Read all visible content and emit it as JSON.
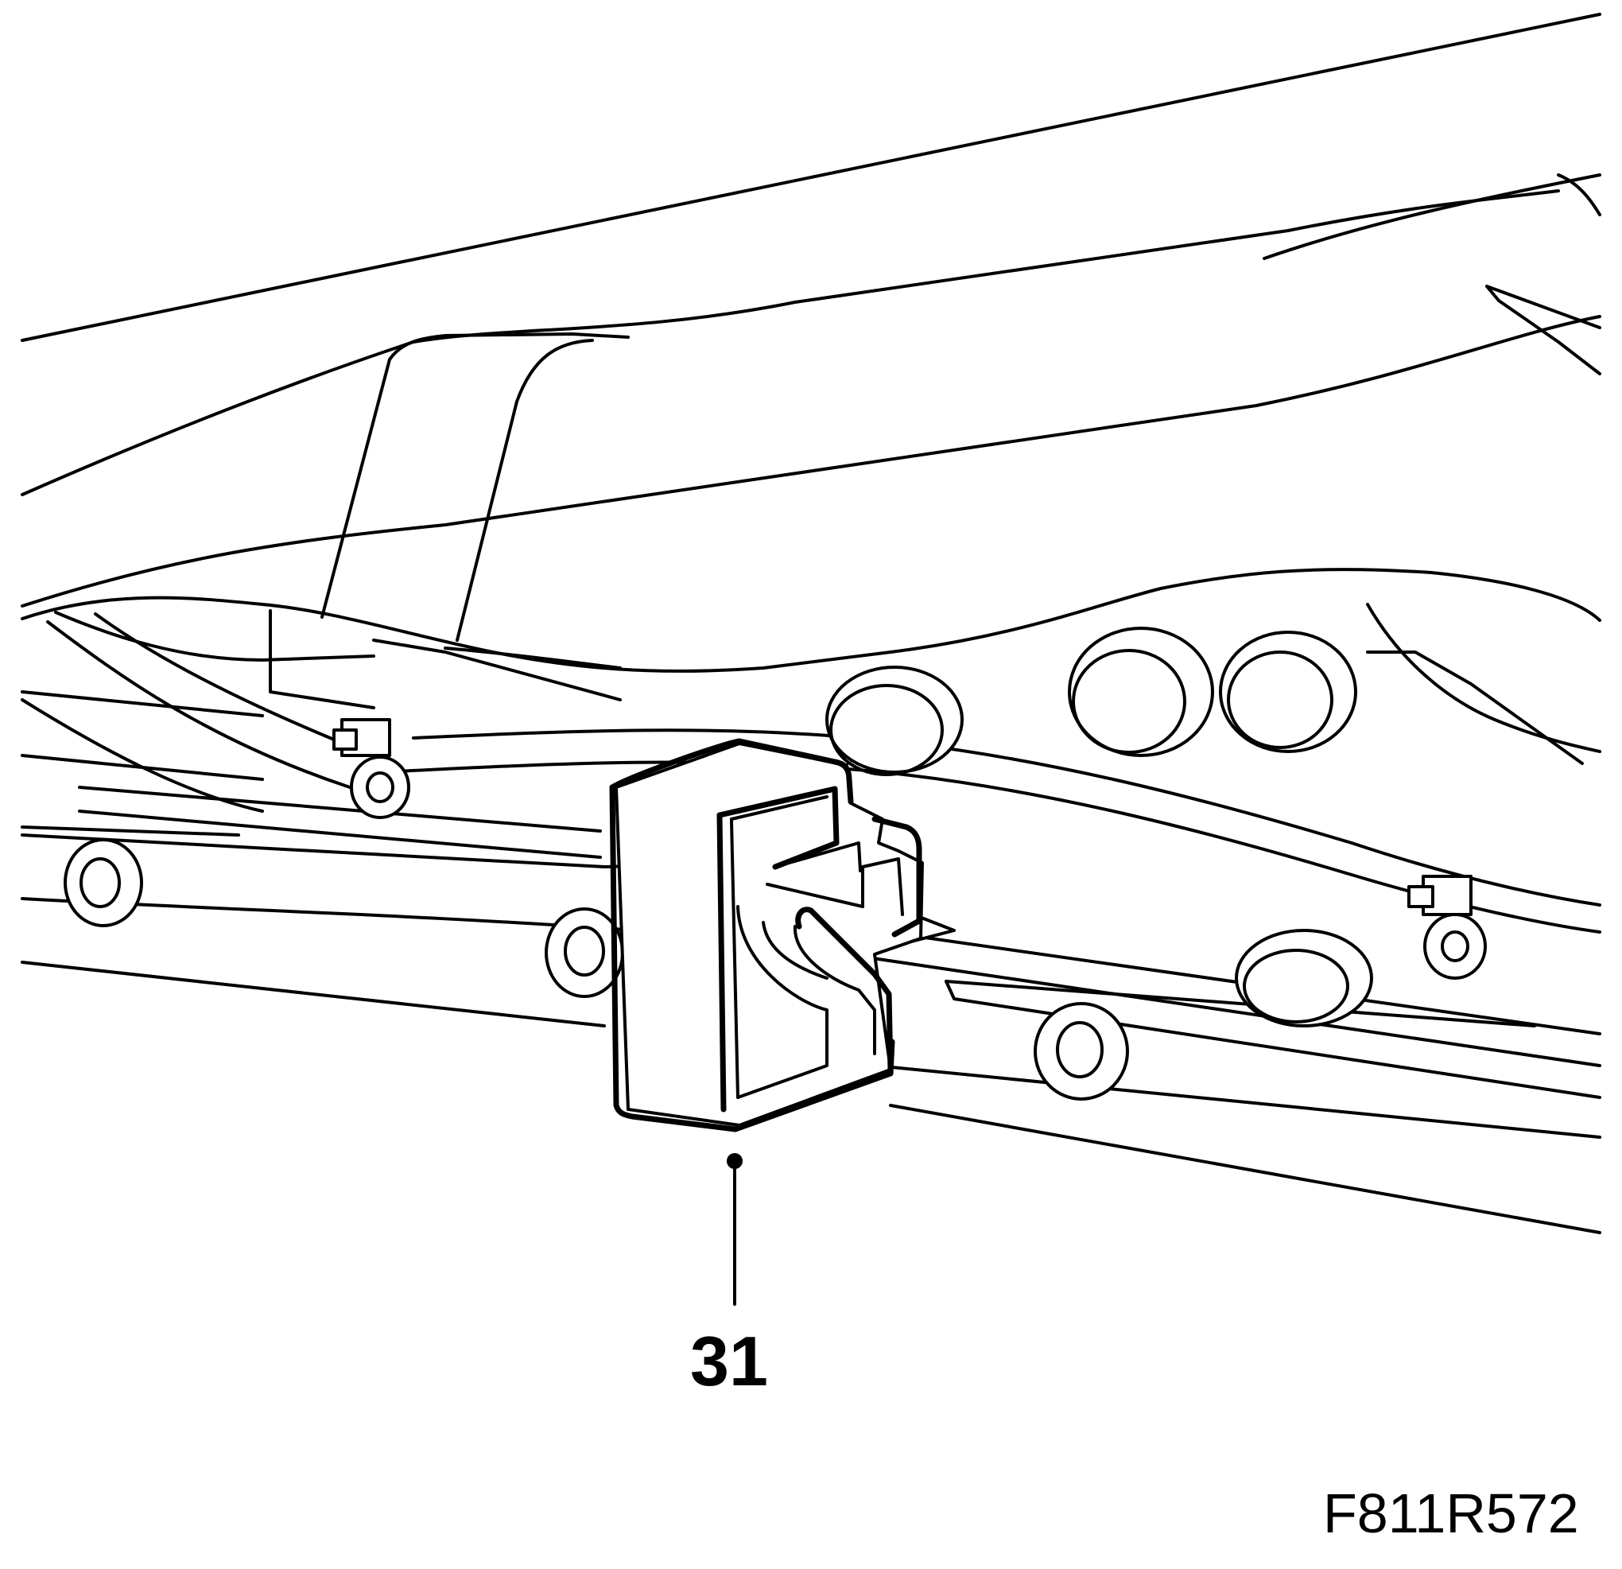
{
  "diagram": {
    "callouts": [
      {
        "label": "31",
        "part": "clip"
      }
    ],
    "figure_code": "F811R572",
    "colors": {
      "line": "#000000",
      "background": "#ffffff"
    }
  }
}
